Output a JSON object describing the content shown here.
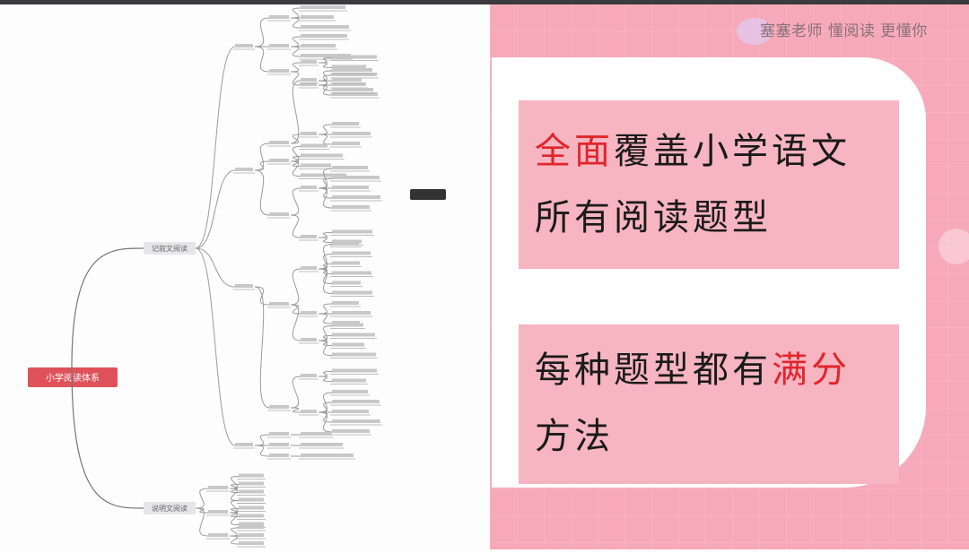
{
  "watermark": "塞塞老师 懂阅读 更懂你",
  "mindmap": {
    "root": "小学阅读体系",
    "branches": [
      "记叙文阅读",
      "说明文阅读"
    ],
    "colors": {
      "root": "#e0525a",
      "branch": "#e6e6e8",
      "line": "#9a9a9a"
    }
  },
  "cards": [
    {
      "parts": [
        {
          "text": "全面",
          "highlight": true
        },
        {
          "text": "覆盖小学语文所有阅读题型",
          "highlight": false
        }
      ]
    },
    {
      "parts": [
        {
          "text": "每种题型都有",
          "highlight": false
        },
        {
          "text": "满分",
          "highlight": true
        },
        {
          "text": "方法",
          "highlight": false
        }
      ]
    }
  ],
  "colors": {
    "highlight": "#e0262b",
    "pink": "#f6a9b8",
    "card": "#f7b4c1"
  }
}
